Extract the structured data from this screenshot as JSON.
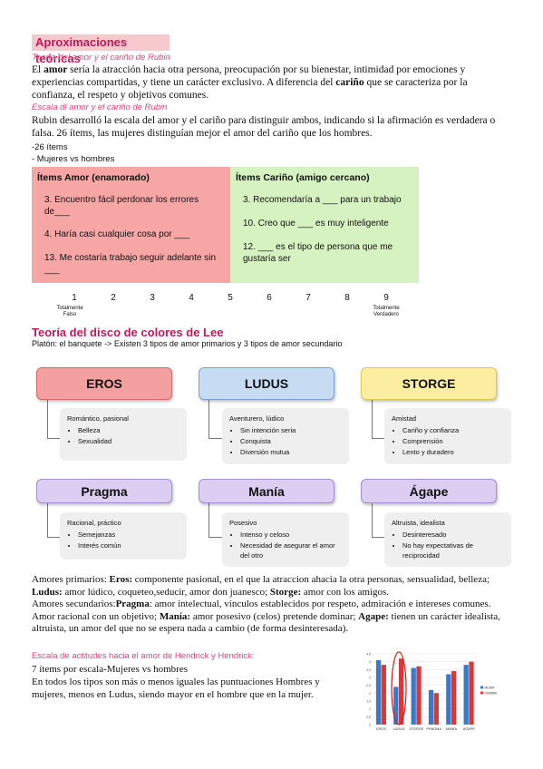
{
  "header": {
    "title": "Aproximaciones teóricas",
    "subtitle1": "Teoría del amor y el cariño de Rubin"
  },
  "intro": {
    "p_prefix": "El ",
    "p_amor": "amor",
    "p_mid": " sería la atracción hacia otra persona, preocupación por su bienestar, intimidad por emociones y experiencias compartidas, y tiene un carácter exclusivo. A diferencia del ",
    "p_carino": "cariño",
    "p_suffix": " que se caracteriza por la confianza, el respeto y objetivos comunes."
  },
  "rubin": {
    "subtitle": "Escala dl amor y el cariño de Rubin",
    "text": "Rubin desarrolló la escala del amor y el cariño para distinguir ambos, indicando si la afirmación es verdadera o falsa. 26 ítems, las mujeres distinguían mejor el amor del cariño que los hombres.",
    "bullet1": "-26 ítems",
    "bullet2": "- Mujeres vs hombres"
  },
  "table": {
    "amor_header": "Ítems Amor (enamorado)",
    "carino_header": "Ítems Cariño (amigo cercano)",
    "amor_items": [
      "3. Encuentro fácil perdonar los errores de___",
      "4. Haría casi cualquier cosa por ___",
      "13. Me costaría trabajo seguir adelante sin ___"
    ],
    "carino_items": [
      "3. Recomendaría a ___ para un trabajo",
      "10. Creo que ___ es muy inteligente",
      "12. ___ es el tipo de persona que me gustaría ser"
    ]
  },
  "scale": {
    "numbers": [
      "1",
      "2",
      "3",
      "4",
      "5",
      "6",
      "7",
      "8",
      "9"
    ],
    "left_label": "Totalmente Falso",
    "right_label": "Totalmente Verdadero"
  },
  "lee": {
    "title": "Teoría del disco de colores de Lee",
    "subtitle": "Platón: el banquete -> Existen 3 tipos de amor primarios y 3 tipos de amor secundario"
  },
  "diagram": {
    "eros": {
      "title": "EROS",
      "desc": "Romántico, pasional",
      "items": [
        "Belleza",
        "Sexualidad"
      ]
    },
    "ludus": {
      "title": "LUDUS",
      "desc": "Aventurero, lúdico",
      "items": [
        "Sin intención seria",
        "Conquista",
        "Diversión mutua"
      ]
    },
    "storge": {
      "title": "STORGE",
      "desc": "Amistad",
      "items": [
        "Cariño y confianza",
        "Comprensión",
        "Lento y duradero"
      ]
    },
    "pragma": {
      "title": "Pragma",
      "desc": "Racional, práctico",
      "items": [
        "Semejanzas",
        "Interés común"
      ]
    },
    "mania": {
      "title": "Manía",
      "desc": "Posesivo",
      "items": [
        "Intenso y celoso",
        "Necesidad de asegurar el amor del otro"
      ]
    },
    "agape": {
      "title": "Ágape",
      "desc": "Altruista, idealista",
      "items": [
        "Desinteresado",
        "No hay expectativas de reciprocidad"
      ]
    }
  },
  "amores": {
    "prim_label": "Amores primarios: ",
    "eros_b": "Eros:",
    "eros_t": " componente pasional, en el que la atraccion ahacia la otra personas, sensualidad, belleza; ",
    "ludus_b": "Ludus:",
    "ludus_t": " amor lúdico, coqueteo,seducir, amor don juanesco; ",
    "storge_b": "Storge:",
    "storge_t": " amor con los amigos.",
    "sec_label": "Amores secundarios:",
    "pragma_b": "Pragma",
    "pragma_t": ": amor intelectual, vínculos establecidos por respeto, admiración e intereses comunes. Amor racional con un objetivo; ",
    "mania_b": "Manía:",
    "mania_t": " amor posesivo (celos) pretende dominar; ",
    "agape_b": "Agape:",
    "agape_t": " tienen un carácter idealista, altruista, un amor del que no se espera nada a cambio (de forma desinteresada)."
  },
  "hendrick": {
    "subtitle": "Escala de actitudes hacia el amor de Hendrick y Hendrick:",
    "line1": "7 ítems por escala-Mujeres vs hombres",
    "text": "En todos los tipos son más o menos iguales las puntuaciones Hombres y mujeres, menos en Ludus, siendo mayor en el hombre que en la mujer."
  },
  "chart_data": {
    "type": "bar",
    "categories": [
      "EROS",
      "LUDUS",
      "STORGE",
      "PRAGMA",
      "MANÍA",
      "ÁGAPE"
    ],
    "series": [
      {
        "name": "MUJER",
        "values": [
          4.1,
          2.4,
          3.6,
          2.2,
          3.2,
          3.8
        ],
        "color": "#3c78c8"
      },
      {
        "name": "HOMBRE",
        "values": [
          3.8,
          4.2,
          3.7,
          2.0,
          3.4,
          4.0
        ],
        "color": "#d43a3a"
      }
    ],
    "y_ticks": [
      "0",
      "0,5",
      "1",
      "1,5",
      "2",
      "2,5",
      "3",
      "3,5",
      "4",
      "4,5"
    ],
    "ylim": [
      0,
      4.5
    ],
    "legend": "right"
  }
}
